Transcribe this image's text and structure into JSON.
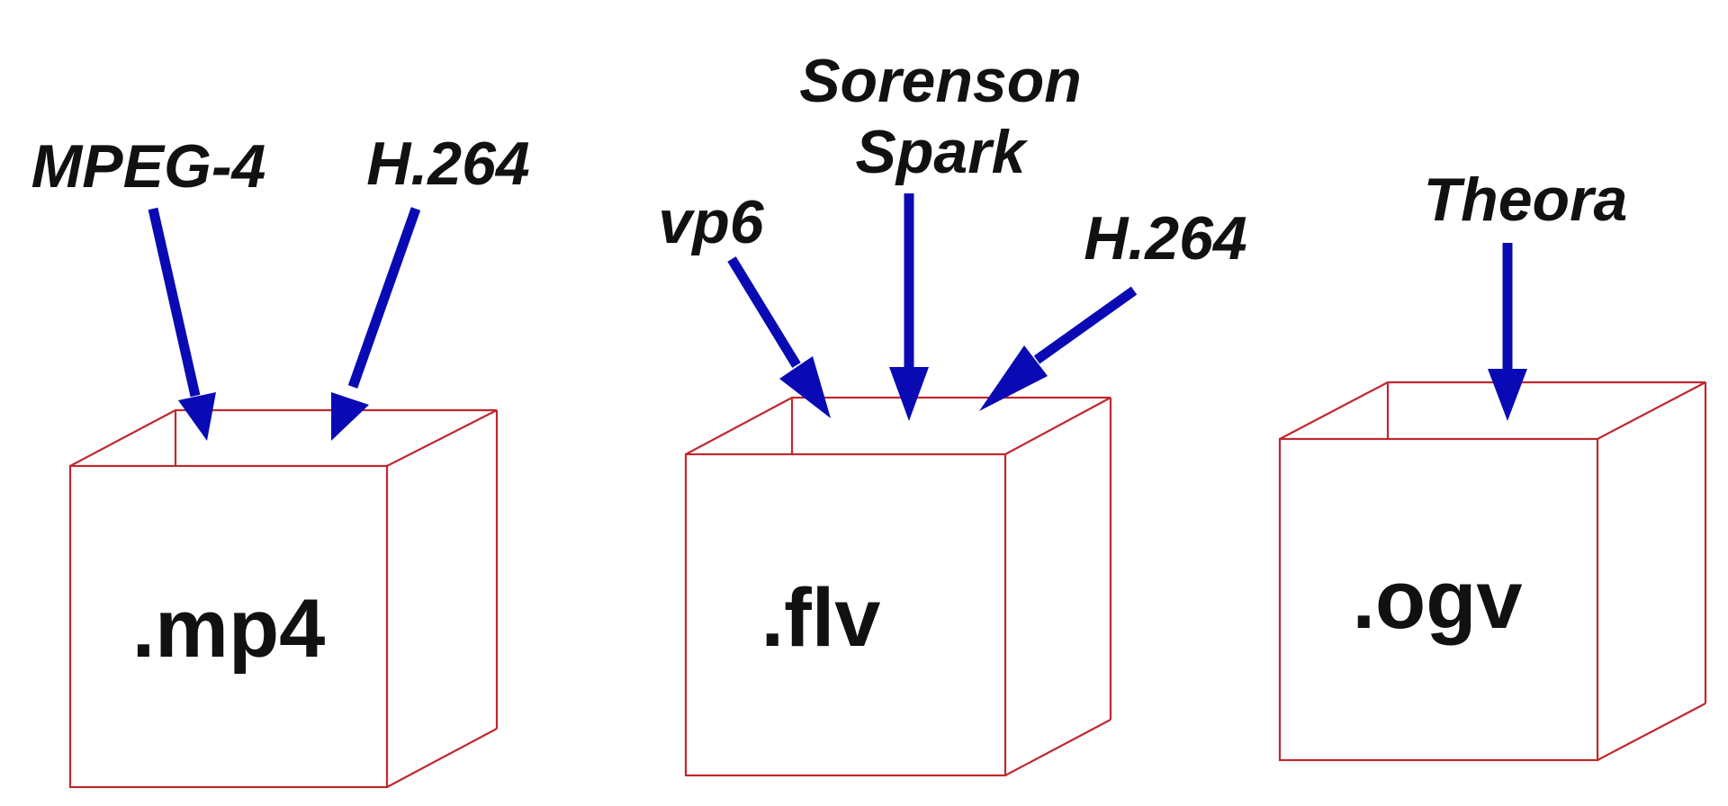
{
  "colors": {
    "box_outline": "#c0282d",
    "arrow": "#0a0ab4",
    "text": "#111111",
    "background": "#ffffff"
  },
  "containers": [
    {
      "name": "mp4",
      "label": ".mp4",
      "codecs": [
        {
          "id": "mpeg4",
          "lines": [
            "MPEG-4"
          ]
        },
        {
          "id": "h264",
          "lines": [
            "H.264"
          ]
        }
      ]
    },
    {
      "name": "flv",
      "label": ".flv",
      "codecs": [
        {
          "id": "vp6",
          "lines": [
            "vp6"
          ]
        },
        {
          "id": "sorenson-spark",
          "lines": [
            "Sorenson",
            "Spark"
          ]
        },
        {
          "id": "h264",
          "lines": [
            "H.264"
          ]
        }
      ]
    },
    {
      "name": "ogv",
      "label": ".ogv",
      "codecs": [
        {
          "id": "theora",
          "lines": [
            "Theora"
          ]
        }
      ]
    }
  ]
}
